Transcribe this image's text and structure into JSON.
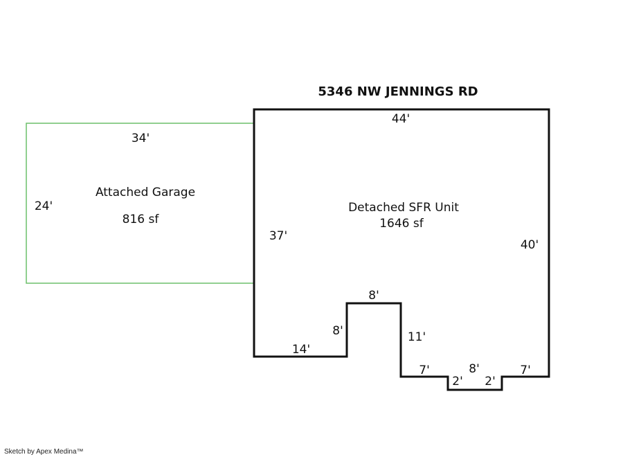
{
  "sketch": {
    "title": "5346 NW JENNINGS RD",
    "credit": "Sketch by Apex Medina™",
    "colors": {
      "main_outline": "#111111",
      "garage_outline": "#6cbf6a",
      "background": "#ffffff"
    },
    "garage": {
      "name": "Attached Garage",
      "area": "816 sf",
      "dims": {
        "top": "34'",
        "left": "24'"
      }
    },
    "unit": {
      "name": "Detached SFR Unit",
      "area": "1646 sf",
      "dims": {
        "top": "44'",
        "left": "37'",
        "right": "40'",
        "bottom_left": "14'",
        "notch_left": "8'",
        "notch_top": "8'",
        "notch_right": "11'",
        "step_left": "7'",
        "bump_left": "2'",
        "bump_bottom": "8'",
        "bump_right": "2'",
        "step_right": "7'"
      }
    }
  }
}
